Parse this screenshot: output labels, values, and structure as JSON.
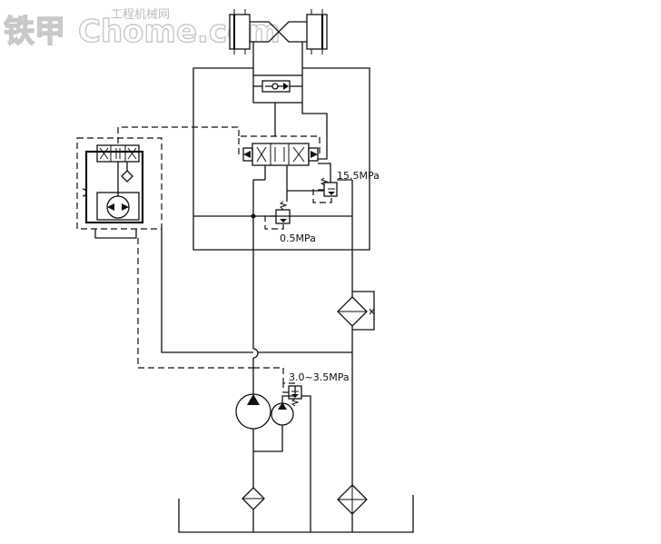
{
  "watermark": {
    "brand": "铁甲",
    "site": "Chome.com",
    "tagline": "工程机械网"
  },
  "labels": {
    "relief_main": "15.5MPa",
    "relief_secondary": "0.5MPa",
    "relief_charge": "3.0~3.5MPa"
  },
  "colors": {
    "line": "#111111",
    "background": "#ffffff",
    "watermark": "#c8c8c8"
  }
}
